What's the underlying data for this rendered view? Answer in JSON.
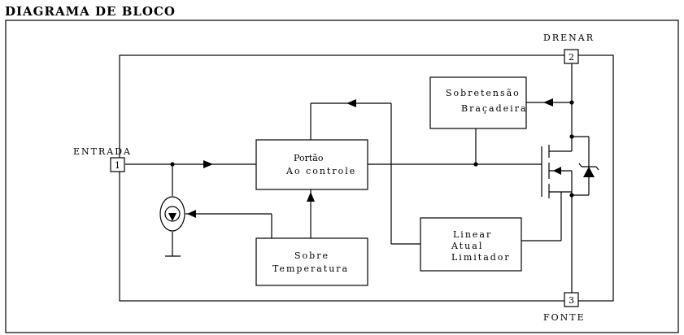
{
  "title": "DIAGRAMA DE BLOCO",
  "pins": {
    "entrada": {
      "label": "ENTRADA",
      "number": "1"
    },
    "drenar": {
      "label": "DRENAR",
      "number": "2"
    },
    "fonte": {
      "label": "FONTE",
      "number": "3"
    }
  },
  "blocks": {
    "portao": {
      "line1": "Portão",
      "line2": "Ao controle"
    },
    "sobretensao": {
      "line1": "Sobretensão",
      "line2": "Braçadeira"
    },
    "sobre_temp": {
      "line1": "Sobre",
      "line2": "Temperatura"
    },
    "limitador": {
      "line1": "Linear",
      "line2": "Atual",
      "line3": "Limitador"
    }
  }
}
